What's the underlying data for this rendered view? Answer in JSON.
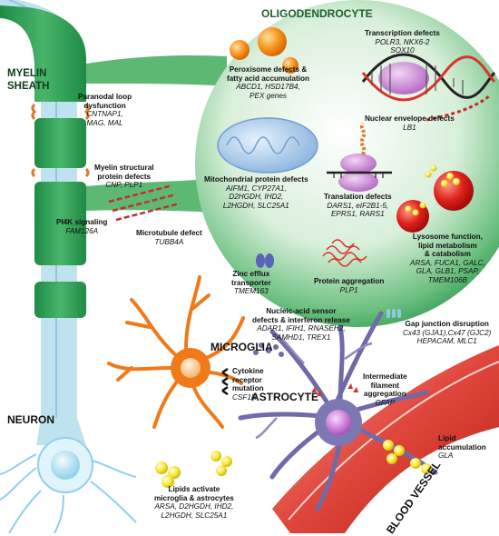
{
  "titles": {
    "oligodendrocyte": "OLIGODENDROCYTE",
    "myelin_line1": "MYELIN",
    "myelin_line2": "SHEATH",
    "microglia": "MICROGLIA",
    "astrocyte": "ASTROCYTE",
    "neuron": "NEURON",
    "blood_vessel": "BLOOD VESSEL"
  },
  "labels": {
    "transcription": {
      "heading": "Transcription defects",
      "genes1": "POLR3, NKX6-2",
      "genes2": "SOX10"
    },
    "peroxisome": {
      "heading1": "Peroxisome defects &",
      "heading2": "fatty acid accumulation",
      "genes1": "ABCD1, HSD17B4,",
      "genes2": "PEX genes"
    },
    "nuclear_envelope": {
      "heading": "Nuclear envelope defects",
      "genes": "LB1"
    },
    "paranodal": {
      "heading1": "Paranodal loop",
      "heading2": "dysfunction",
      "genes1": "CNTNAP1,",
      "genes2": "MAG, MAL"
    },
    "myelin_structural": {
      "heading1": "Myelin structural",
      "heading2": "protein defects",
      "genes": "CNP, PLP1"
    },
    "mitochondrial": {
      "heading": "Mitochondrial protein defects",
      "genes1": "AIFM1, CYP27A1,",
      "genes2": "D2HGDH, IHD2,",
      "genes3": "L2HGDH, SLC25A1"
    },
    "translation": {
      "heading": "Translation defects",
      "genes1": "DARS1, eIF2B1-5,",
      "genes2": "EPRS1, RARS1"
    },
    "pi4k": {
      "heading": "PI4K signaling",
      "genes": "FAM126A"
    },
    "microtubule": {
      "heading": "Microtubule defect",
      "genes": "TUBB4A"
    },
    "lysosome": {
      "heading1": "Lysosome function,",
      "heading2": "lipid metabolism",
      "heading3": "& catabolism",
      "genes1": "ARSA, FUCA1, GALC,",
      "genes2": "GLA, GLB1, PSAP,",
      "genes3": "TMEM106B"
    },
    "zinc": {
      "heading1": "Zinc efflux",
      "heading2": "transporter",
      "genes": "TMEM163"
    },
    "protein_aggregation": {
      "heading": "Protein aggregation",
      "genes": "PLP1"
    },
    "nucleic_acid": {
      "heading1": "Nucleic-acid sensor",
      "heading2": "defects & interferon release",
      "genes1": "ADAR1, IFIH1, RNASEH2,",
      "genes2": "SAMHD1, TREX1"
    },
    "gap_junction": {
      "heading": "Gap junction disruption",
      "genes1": "Cx43 (GJA1),Cx47 (GJC2)",
      "genes2": "HEPACAM, MLC1"
    },
    "cytokine": {
      "heading1": "Cytokine",
      "heading2": "receptor",
      "heading3": "mutation",
      "genes": "CSF1R"
    },
    "intermediate": {
      "heading1": "Intermediate",
      "heading2": "filament",
      "heading3": "aggregation",
      "genes": "GFAP"
    },
    "lipid_accumulation": {
      "heading1": "Lipid",
      "heading2": "accumulation",
      "genes": "GLA"
    },
    "lipids_activate": {
      "heading1": "Lipids activate",
      "heading2": "microglia & astrocytes",
      "genes1": "ARSA, D2HGDH, IHD2,",
      "genes2": "L2HGDH, SLC25A1"
    }
  },
  "colors": {
    "cell_green": "#3aa35e",
    "cell_light": "#cfe9d2",
    "myelin_green": "#2a9a4e",
    "axon_blue": "#bfe3ee",
    "microglia_orange": "#f07a1a",
    "astrocyte_purple": "#6f6aa8",
    "vessel_red": "#d9332b",
    "lipid_yellow": "#f6e23a"
  }
}
